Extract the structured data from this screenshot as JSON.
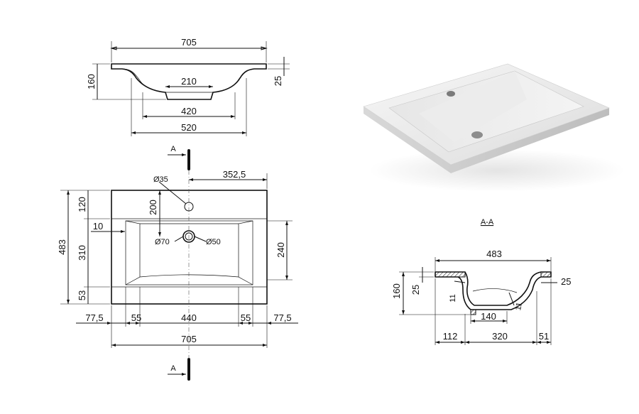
{
  "front_view": {
    "overall_width": "705",
    "height": "160",
    "rim_height": "25",
    "bowl_bottom_width": "210",
    "bowl_width": "420",
    "inner_width": "520"
  },
  "top_view": {
    "section_marker": "A",
    "tap_hole": "Ø35",
    "tap_offset": "352,5",
    "tap_depth": "200",
    "drain_hole": "Ø70",
    "drain_inner": "Ø50",
    "overall_depth": "483",
    "back_margin": "120",
    "bowl_depth": "310",
    "front_margin": "53",
    "side_gap": "10",
    "bowl_inner_depth": "240",
    "left_rim": "77,5",
    "left_slope": "55",
    "bowl_flat": "440",
    "right_slope": "55",
    "right_rim": "77,5",
    "overall_width": "705"
  },
  "section": {
    "title": "A-A",
    "depth": "483",
    "height": "160",
    "rim": "25",
    "rim_right": "25",
    "wall_left": "11",
    "wall_right": "11",
    "drain_width": "140",
    "front_offset": "112",
    "bowl_length": "320",
    "back_offset": "51"
  }
}
